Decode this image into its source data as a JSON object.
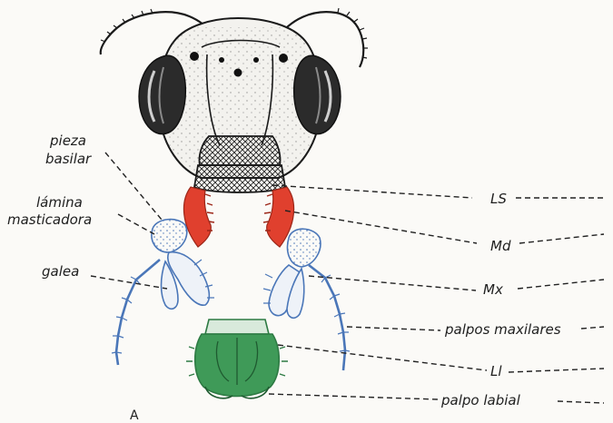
{
  "labels_left": {
    "pieza_basilar": [
      "pieza",
      "basilar"
    ],
    "lamina_masticadora": [
      "lámina",
      "masticadora"
    ],
    "galea": "galea"
  },
  "labels_right": {
    "ls": "LS",
    "md": "Md",
    "mx": "Mx",
    "palpos_maxilares": "palpos maxilares",
    "li": "Ll",
    "palpo_labial": "palpo labial"
  },
  "figure_letter": "A",
  "colors": {
    "mandible": "#e0402e",
    "maxilla": "#4a76b8",
    "labium": "#3f9a58",
    "ink": "#1a1a1a",
    "background": "#fbfaf7"
  }
}
